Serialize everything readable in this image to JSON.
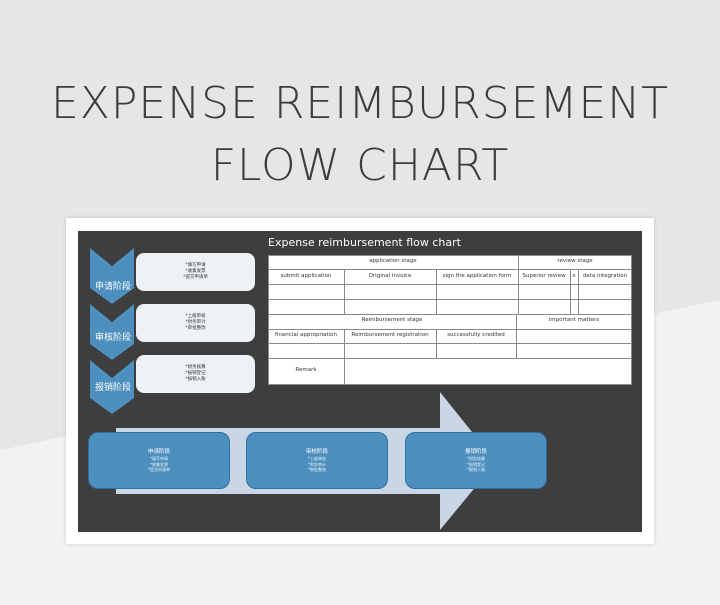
{
  "poster": {
    "title_line1": "EXPENSE REIMBURSEMENT",
    "title_line2": "FLOW CHART"
  },
  "sheet": {
    "title": "Expense reimbursement flow chart"
  },
  "stages": [
    {
      "label": "申请阶段",
      "items": [
        "*填写申请",
        "*收集发票",
        "*提交申请单"
      ]
    },
    {
      "label": "审核阶段",
      "items": [
        "*上级审核",
        "*财务审计",
        "*审批整改"
      ]
    },
    {
      "label": "报销阶段",
      "items": [
        "*财务核算",
        "*报销登记",
        "*报销入账"
      ]
    }
  ],
  "table": {
    "application_stage": "application stage",
    "review_stage": "review stage",
    "submit_application": "submit application",
    "original_invoice": "Original invoice",
    "sign_application_form": "sign the application form",
    "superior_review": "Superior review",
    "x_mark": "x",
    "data_integration": "data integration",
    "reimbursement_stage": "Reimbursement stage",
    "important_matters": "important matters",
    "financial_appropriation": "financial appropriation",
    "reimbursement_registration": "Reimbursement registration",
    "successfully_credited": "successfully credited",
    "remark": "Remark"
  },
  "steps": [
    {
      "title": "申请阶段",
      "items": [
        "*填写申请",
        "*收集发票",
        "*提交申请单"
      ]
    },
    {
      "title": "审核阶段",
      "items": [
        "*上级审核",
        "*财务审计",
        "*审批整改"
      ]
    },
    {
      "title": "报销阶段",
      "items": [
        "*财务核算",
        "*报销登记",
        "*报销入账"
      ]
    }
  ],
  "colors": {
    "accent_blue": "#4d8fbe",
    "sheet_dark": "#3e3e3e",
    "arrow_light": "#c9d6e6"
  }
}
